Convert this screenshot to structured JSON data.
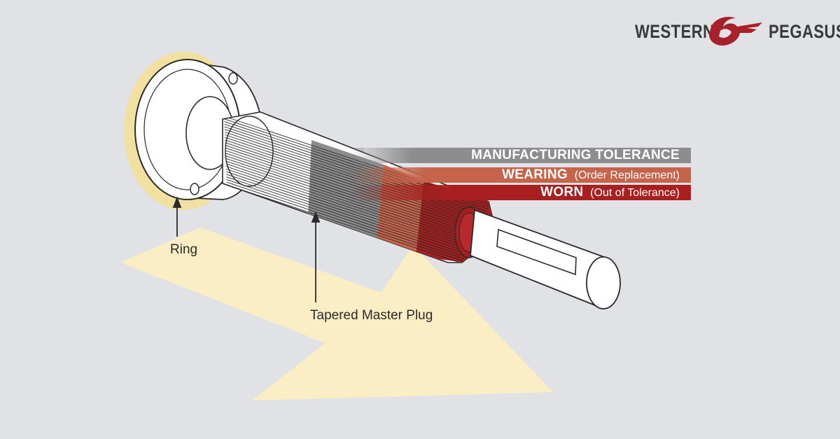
{
  "brand": {
    "left_word": "WESTERN",
    "right_word": "PEGASUS",
    "colors": {
      "text": "#3a3a3a",
      "mark": "#a8202a"
    }
  },
  "tolerance_bands": [
    {
      "main": "MANUFACTURING TOLERANCE",
      "note": "",
      "color": "#8d8d8d"
    },
    {
      "main": "WEARING",
      "note": "(Order Replacement)",
      "color": "#c5644a"
    },
    {
      "main": "WORN",
      "note": "(Out of Tolerance)",
      "color": "#a91f1f"
    }
  ],
  "callouts": {
    "ring": "Ring",
    "plug": "Tapered Master Plug"
  },
  "colors": {
    "background": "#e1e2e6",
    "arrow": "#fbeec4",
    "ring_glow": "#f5e39a",
    "gray_zone": "#8a8a8a",
    "wearing_zone": "#c4644a",
    "worn_zone": "#a51e1e"
  }
}
